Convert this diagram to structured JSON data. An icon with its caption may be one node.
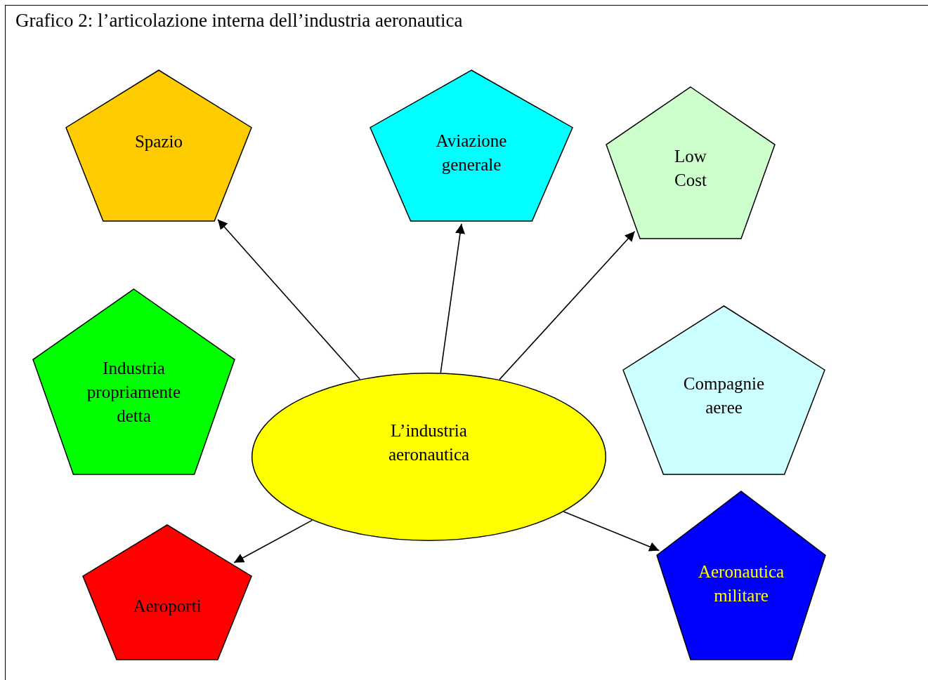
{
  "diagram": {
    "title": "Grafico 2: l’articolazione interna dell’industria aeronautica",
    "nodes": [
      {
        "text": [
          "Spazio"
        ]
      },
      {
        "text": [
          "Aviazione generale"
        ]
      },
      {
        "text": [
          "Low Cost"
        ]
      },
      {
        "text": [
          "Industria propriamente detta"
        ]
      },
      {
        "text": [
          "L’industria aeronautica"
        ]
      },
      {
        "text": [
          "Compagnie aeree"
        ]
      },
      {
        "text": [
          "Aeroporti"
        ]
      },
      {
        "text": [
          "Aeronautica militare"
        ]
      }
    ],
    "edges": [
      {
        "from": 4,
        "to": 0,
        "arrow": "to"
      },
      {
        "from": 4,
        "to": 1,
        "arrow": "to"
      },
      {
        "from": 4,
        "to": 2,
        "arrow": "to"
      },
      {
        "from": 4,
        "to": 6,
        "arrow": "to"
      },
      {
        "from": 4,
        "to": 7,
        "arrow": "to"
      }
    ]
  }
}
